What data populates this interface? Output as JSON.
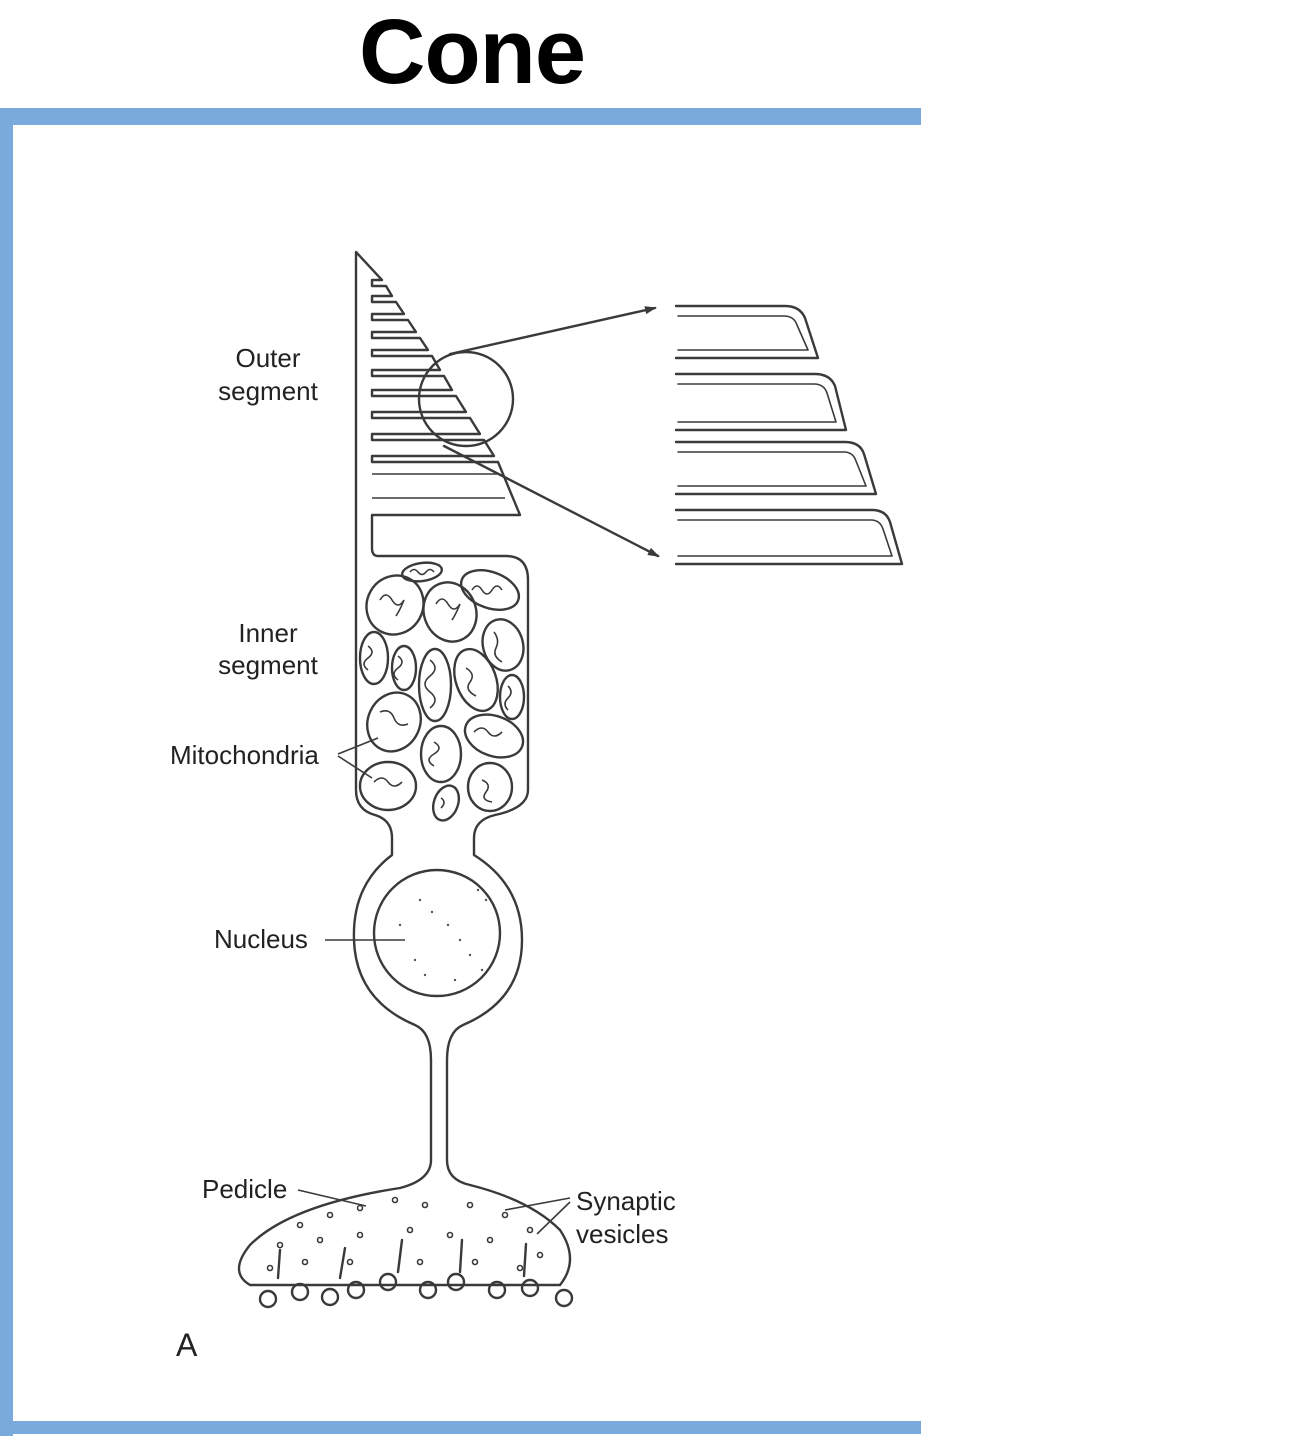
{
  "title": "Cone",
  "frame_color": "#7aaadb",
  "labels": {
    "outer_segment_1": "Outer",
    "outer_segment_2": "segment",
    "inner_segment_1": "Inner",
    "inner_segment_2": "segment",
    "mitochondria": "Mitochondria",
    "nucleus": "Nucleus",
    "pedicle": "Pedicle",
    "synaptic_1": "Synaptic",
    "synaptic_2": "vesicles",
    "panel": "A"
  }
}
